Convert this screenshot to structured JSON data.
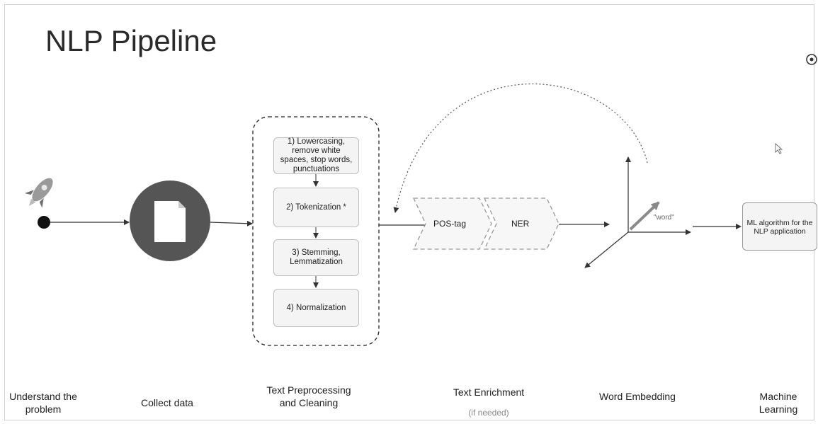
{
  "title": "NLP Pipeline",
  "steps": [
    {
      "label": "Understand the problem"
    },
    {
      "label": "Collect data"
    },
    {
      "label": "Text Preprocessing and Cleaning"
    },
    {
      "label": "Text Enrichment",
      "note": "(if needed)"
    },
    {
      "label": "Word Embedding"
    },
    {
      "label": "Machine Learning"
    }
  ],
  "preprocessing": [
    "1) Lowercasing, remove white spaces, stop  words, punctuations",
    "2) Tokenization *",
    "3) Stemming, Lemmatization",
    "4) Normalization"
  ],
  "enrichment": [
    "POS-tag",
    "NER"
  ],
  "embedding_tag": "\"word\"",
  "ml_box": "ML algorithm for the NLP application",
  "icons": [
    "rocket-icon",
    "document-icon",
    "eye-icon",
    "cursor-icon"
  ],
  "colors": {
    "circle": "#555555",
    "line": "#333333",
    "dashed": "#888888",
    "box_fill": "#f4f4f4",
    "arrow_vector": "#888888"
  }
}
